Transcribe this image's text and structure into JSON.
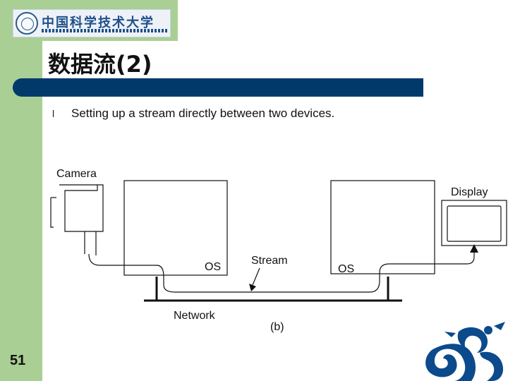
{
  "header": {
    "logo_text": "中国科学技术大学",
    "title": "数据流(2)"
  },
  "content": {
    "bullet_symbol": "l",
    "bullet_text": "Setting up a stream directly between two devices."
  },
  "diagram": {
    "camera_label": "Camera",
    "display_label": "Display",
    "os_left_label": "OS",
    "os_right_label": "OS",
    "stream_label": "Stream",
    "network_label": "Network",
    "caption": "(b)"
  },
  "footer": {
    "page_number": "51"
  },
  "colors": {
    "sidebar": "#a9cf94",
    "title_bar": "#003a6b",
    "dragon": "#0b4a8c"
  },
  "icons": [
    "university-logo-icon",
    "dragon-icon"
  ]
}
